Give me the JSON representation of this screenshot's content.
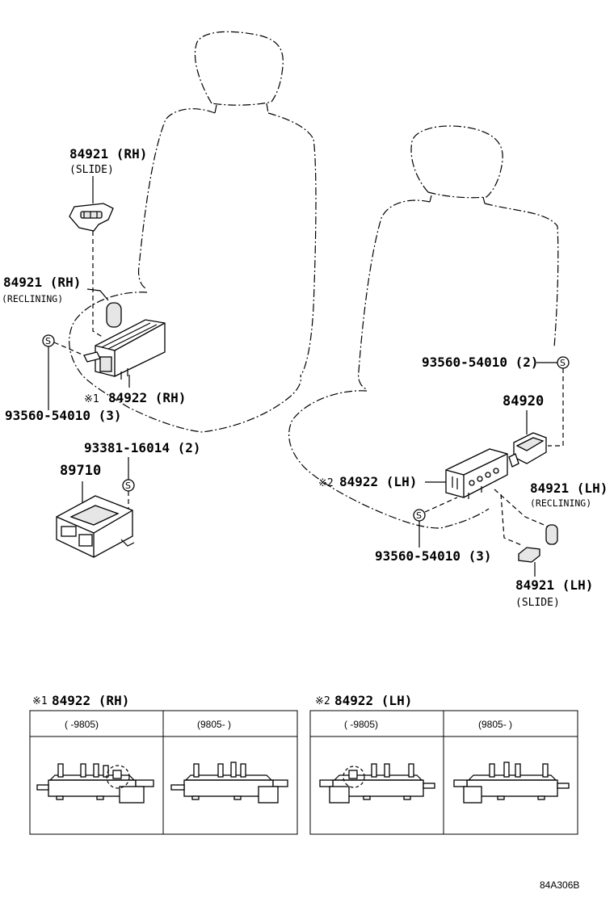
{
  "callouts": {
    "rh_slide_part": "84921 (RH)",
    "rh_slide_note": "(SLIDE)",
    "rh_recline_part": "84921 (RH)",
    "rh_recline_note": "(RECLINING)",
    "rh_switch_mark": "※1",
    "rh_switch_part": "84922 (RH)",
    "rh_screw_part": "93560-54010 (3)",
    "ecu_screw_part": "93381-16014 (2)",
    "ecu_part": "89710",
    "lh_screw_top_part": "93560-54010 (2)",
    "lh_ecu_part": "84920",
    "lh_switch_mark": "※2",
    "lh_switch_part": "84922 (LH)",
    "lh_recline_part": "84921 (LH)",
    "lh_recline_note": "(RECLINING)",
    "lh_screw_bottom_part": "93560-54010 (3)",
    "lh_slide_part": "84921 (LH)",
    "lh_slide_note": "(SLIDE)"
  },
  "tables": {
    "rh": {
      "mark": "※1",
      "title": "84922 (RH)",
      "col1": "(      -9805)",
      "col2": "(9805-      )"
    },
    "lh": {
      "mark": "※2",
      "title": "84922 (LH)",
      "col1": "(      -9805)",
      "col2": "(9805-      )"
    }
  },
  "screw_symbol": "S",
  "reference_code": "84A306B"
}
